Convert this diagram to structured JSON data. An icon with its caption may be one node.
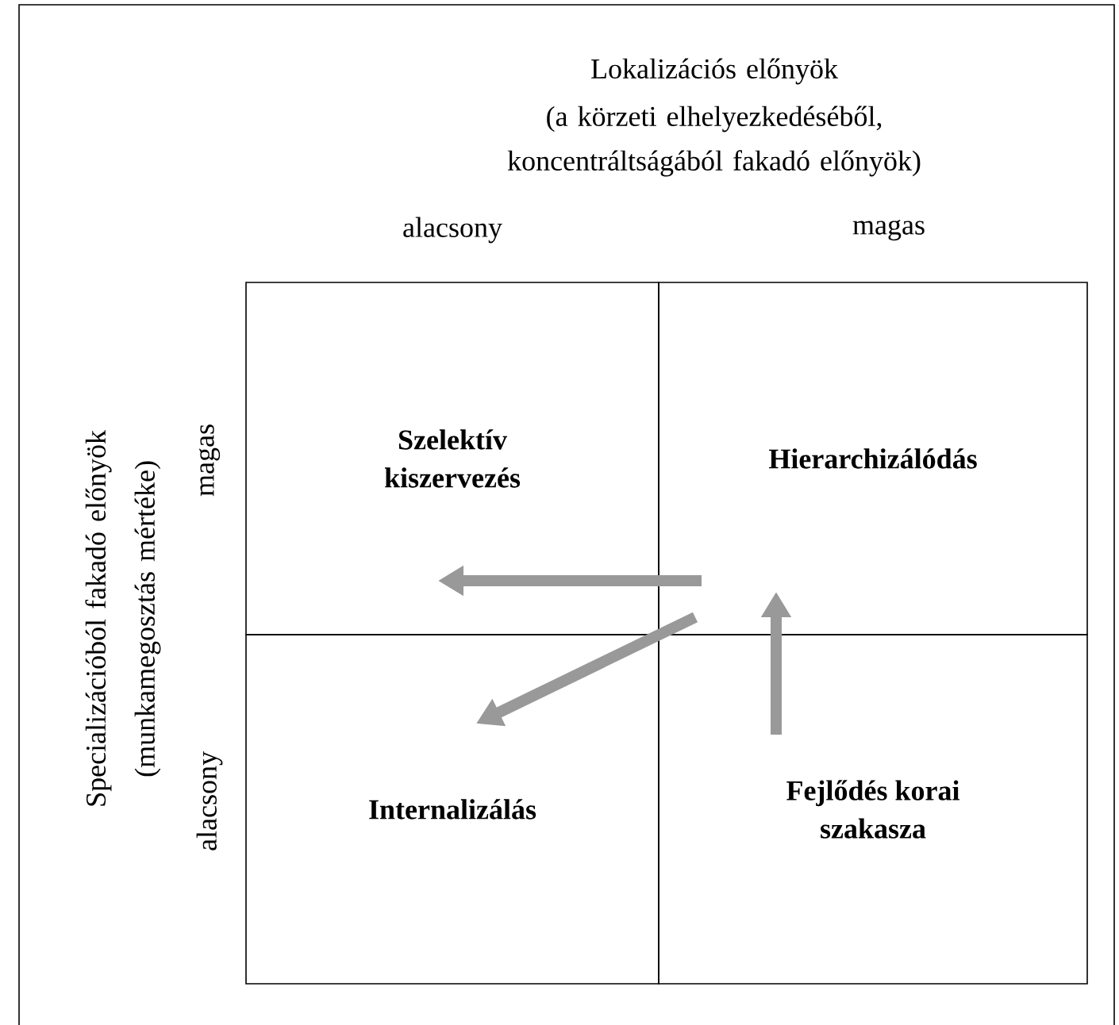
{
  "diagram": {
    "nodes": [
      {
        "text": [
          "Szelektív kiszervezés"
        ]
      },
      {
        "text": [
          "Hierarchizálódás"
        ]
      },
      {
        "text": [
          "Internalizálás"
        ]
      },
      {
        "text": [
          "Fejlődés korai szakasza"
        ]
      }
    ],
    "edges": [
      {
        "from": 3,
        "to": 1,
        "arrow": "to"
      },
      {
        "from": 1,
        "to": 0,
        "arrow": "to"
      },
      {
        "from": 1,
        "to": 2,
        "arrow": "to"
      }
    ],
    "labels": [
      "Lokalizációs előnyök",
      "(a körzeti elhelyezkedéséből, koncentráltságából fakadó előnyök)",
      "alacsony",
      "magas",
      "Specializációból fakadó előnyök",
      "(munkamegosztás mértéke)",
      "magas",
      "alacsony"
    ]
  }
}
